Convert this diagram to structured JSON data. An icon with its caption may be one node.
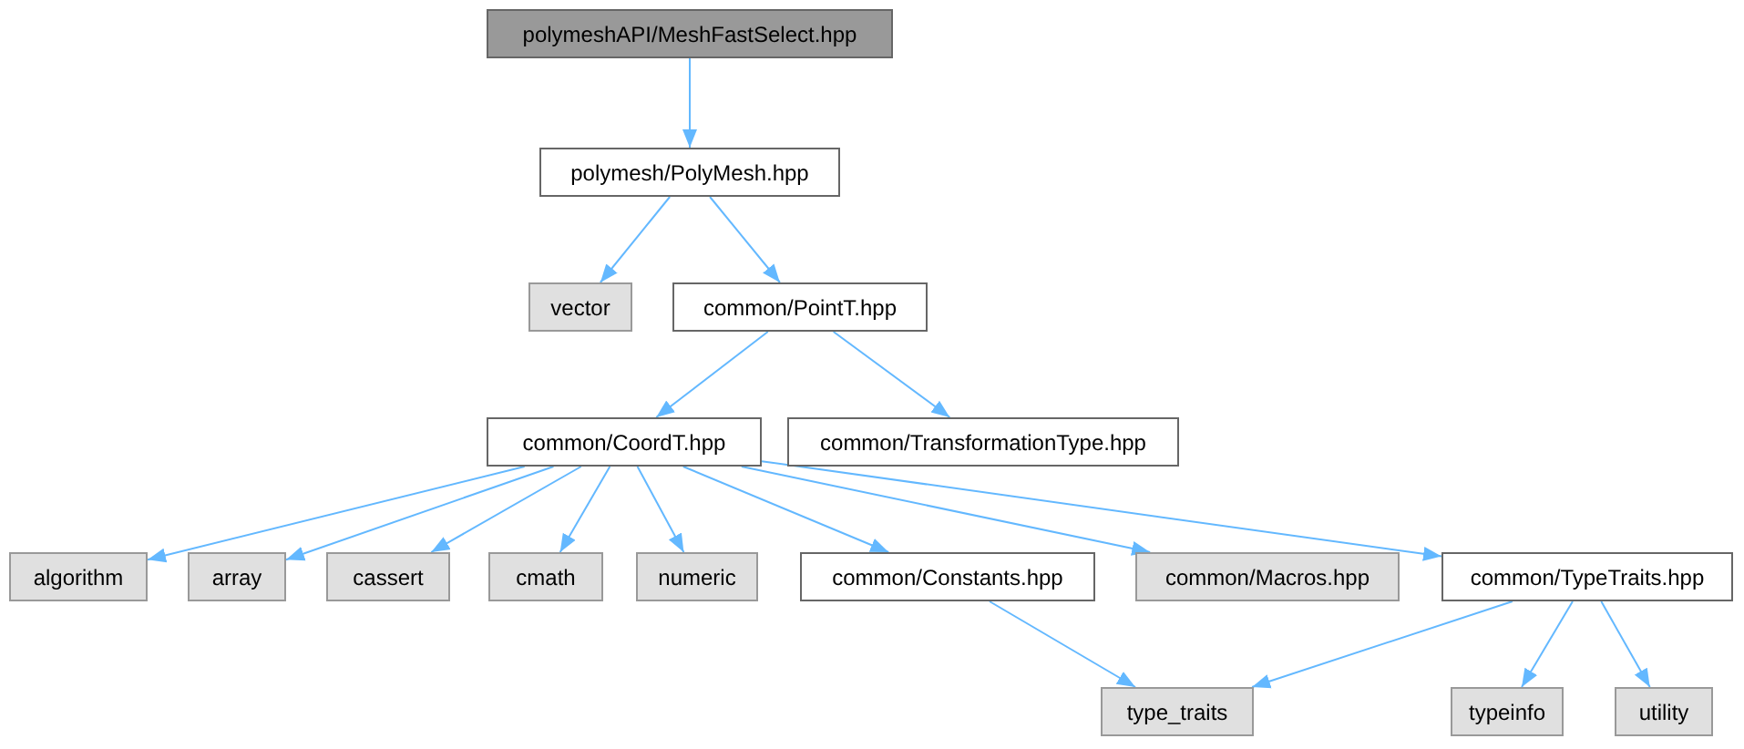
{
  "diagram": {
    "nodes": [
      {
        "text": [
          "polymeshAPI/MeshFastSelect.hpp"
        ]
      },
      {
        "text": [
          "polymesh/PolyMesh.hpp"
        ]
      },
      {
        "text": [
          "vector"
        ]
      },
      {
        "text": [
          "common/PointT.hpp"
        ]
      },
      {
        "text": [
          "common/CoordT.hpp"
        ]
      },
      {
        "text": [
          "common/TransformationType.hpp"
        ]
      },
      {
        "text": [
          "algorithm"
        ]
      },
      {
        "text": [
          "array"
        ]
      },
      {
        "text": [
          "cassert"
        ]
      },
      {
        "text": [
          "cmath"
        ]
      },
      {
        "text": [
          "numeric"
        ]
      },
      {
        "text": [
          "common/Constants.hpp"
        ]
      },
      {
        "text": [
          "common/Macros.hpp"
        ]
      },
      {
        "text": [
          "common/TypeTraits.hpp"
        ]
      },
      {
        "text": [
          "type_traits"
        ]
      },
      {
        "text": [
          "typeinfo"
        ]
      },
      {
        "text": [
          "utility"
        ]
      }
    ],
    "edges": [
      {
        "from": 0,
        "to": 1,
        "arrow": "to"
      },
      {
        "from": 1,
        "to": 2,
        "arrow": "to"
      },
      {
        "from": 1,
        "to": 3,
        "arrow": "to"
      },
      {
        "from": 3,
        "to": 4,
        "arrow": "to"
      },
      {
        "from": 3,
        "to": 5,
        "arrow": "to"
      },
      {
        "from": 4,
        "to": 6,
        "arrow": "to"
      },
      {
        "from": 4,
        "to": 7,
        "arrow": "to"
      },
      {
        "from": 4,
        "to": 8,
        "arrow": "to"
      },
      {
        "from": 4,
        "to": 9,
        "arrow": "to"
      },
      {
        "from": 4,
        "to": 10,
        "arrow": "to"
      },
      {
        "from": 4,
        "to": 11,
        "arrow": "to"
      },
      {
        "from": 4,
        "to": 12,
        "arrow": "to"
      },
      {
        "from": 4,
        "to": 13,
        "arrow": "to"
      },
      {
        "from": 11,
        "to": 14,
        "arrow": "to"
      },
      {
        "from": 13,
        "to": 14,
        "arrow": "to"
      },
      {
        "from": 13,
        "to": 15,
        "arrow": "to"
      },
      {
        "from": 13,
        "to": 16,
        "arrow": "to"
      }
    ]
  }
}
